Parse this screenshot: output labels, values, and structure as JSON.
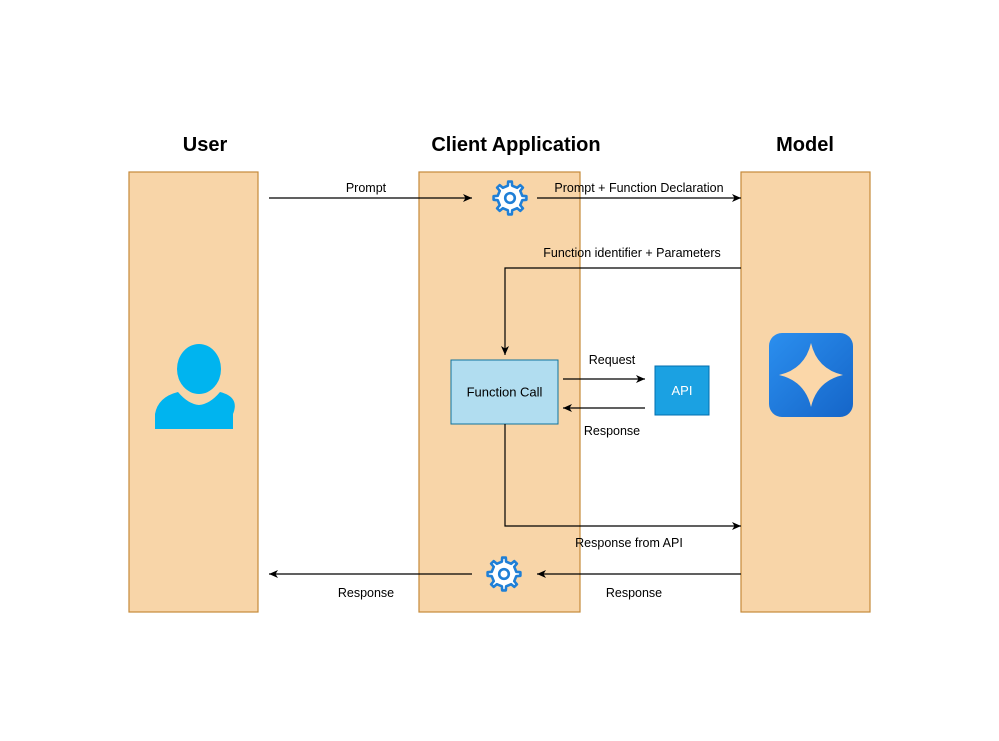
{
  "lanes": {
    "user": {
      "title": "User"
    },
    "client": {
      "title": "Client Application"
    },
    "model": {
      "title": "Model"
    }
  },
  "boxes": {
    "function_call": "Function Call",
    "api": "API"
  },
  "flows": {
    "prompt": "Prompt",
    "prompt_declaration": "Prompt + Function Declaration",
    "identifier_params": "Function identifier + Parameters",
    "request": "Request",
    "api_response": "Response",
    "response_from_api": "Response from API",
    "model_response": "Response",
    "user_response": "Response"
  },
  "icons": {
    "user": "user-avatar-icon",
    "gear": "gear-icon",
    "model": "sparkle-icon"
  },
  "colors": {
    "lane_fill": "#f8d5a8",
    "lane_border": "#c58a3a",
    "function_call_fill": "#b1ddf0",
    "api_fill": "#1ba1e2",
    "user_icon": "#00b4ef",
    "gear_icon": "#1f7fd6",
    "model_icon": "#1e7ee0"
  }
}
